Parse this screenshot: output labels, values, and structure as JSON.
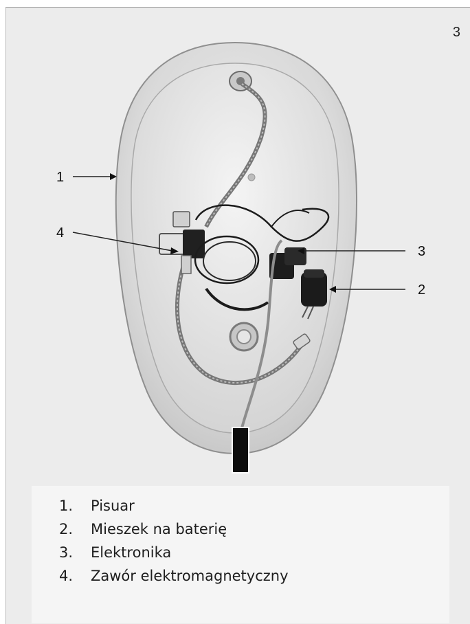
{
  "page_number": "3",
  "callouts": [
    {
      "number": "1"
    },
    {
      "number": "2"
    },
    {
      "number": "3"
    },
    {
      "number": "4"
    }
  ],
  "legend": {
    "items": [
      {
        "number": "1.",
        "label": "Pisuar"
      },
      {
        "number": "2.",
        "label": "Mieszek na baterię"
      },
      {
        "number": "3.",
        "label": "Elektronika"
      },
      {
        "number": "4.",
        "label": "Zawór elektromagnetyczny"
      }
    ]
  }
}
